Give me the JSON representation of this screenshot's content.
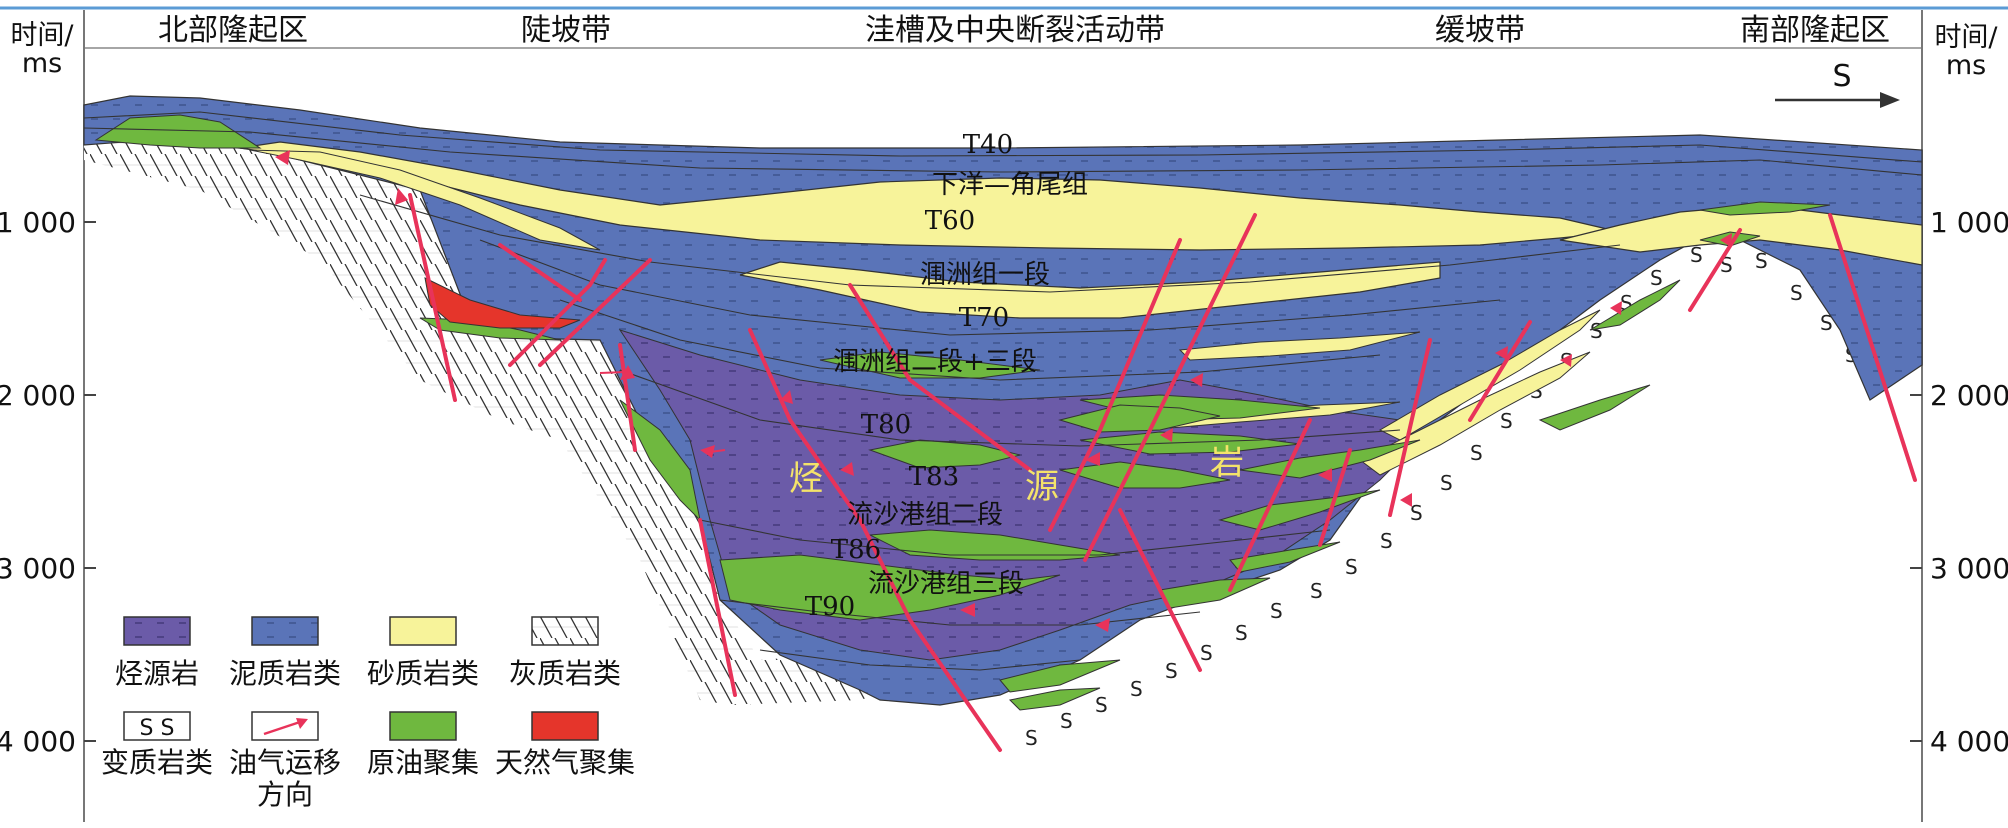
{
  "zones": {
    "north": "北部隆起区",
    "slope": "陡坡带",
    "center": "洼槽及中央断裂活动带",
    "gentle": "缓坡带",
    "south": "南部隆起区"
  },
  "axis": {
    "left_unit_line1": "时间/",
    "left_unit_line2": "ms",
    "right_unit_line1": "时间/",
    "right_unit_line2": "ms",
    "ticks": [
      "1 000",
      "2 000",
      "3 000",
      "4 000"
    ]
  },
  "direction": "S",
  "horizons": {
    "t40": "T40",
    "t60": "T60",
    "t70": "T70",
    "t80": "T80",
    "t83": "T83",
    "t86": "T86",
    "t90": "T90"
  },
  "formations": {
    "xiayang": "下洋—角尾组",
    "weizhou1": "涠洲组一段",
    "weizhou23": "涠洲组二段+三段",
    "liusha2": "流沙港组二段",
    "liusha3": "流沙港组三段"
  },
  "source_chars": [
    "烃",
    "源",
    "岩"
  ],
  "legend": {
    "source_rock": "烃源岩",
    "mudstone": "泥质岩类",
    "sandstone": "砂质岩类",
    "limestone": "灰质岩类",
    "metamorphic": "变质岩类",
    "metamorphic_symbol": "S S",
    "migration_line1": "油气运移",
    "migration_line2": "方向",
    "oil": "原油聚集",
    "gas": "天然气聚集"
  },
  "colors": {
    "source_rock": "#6b5ba8",
    "mudstone": "#5a74b8",
    "sandstone": "#f7f39a",
    "oil": "#6fb83f",
    "gas": "#e5352b",
    "fault": "#e8335a",
    "frame_top": "#5b9bd5"
  }
}
